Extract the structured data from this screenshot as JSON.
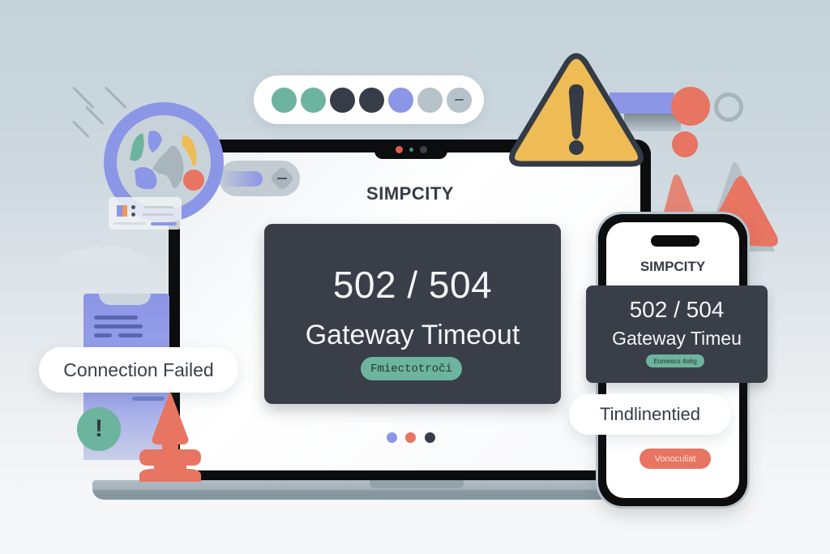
{
  "palette": {
    "swatches": [
      {
        "name": "green-1",
        "color": "#6cb49d"
      },
      {
        "name": "green-2",
        "color": "#6cb49d"
      },
      {
        "name": "dark-1",
        "color": "#373d48"
      },
      {
        "name": "dark-2",
        "color": "#373d48"
      },
      {
        "name": "purple",
        "color": "#8c96e6"
      },
      {
        "name": "gray",
        "color": "#b7c3ca"
      },
      {
        "name": "gray-minus",
        "color": "#b7c3ca"
      }
    ]
  },
  "laptop": {
    "brand": "SIMPCITY",
    "error_code": "502 / 504",
    "error_message": "Gateway Timeout",
    "action_button": "Fmiectotroči",
    "pager_dots": [
      "#8c96e6",
      "#e87462",
      "#373d48"
    ]
  },
  "left_toast": {
    "label": "Connection Failed"
  },
  "left_badge": {
    "icon": "!"
  },
  "phone": {
    "brand": "SIMPCITY",
    "error_code": "502 / 504",
    "error_message": "Gateway Timeu",
    "action_button": "Eomeecs 4o6g",
    "toast": "Tindlinentied",
    "red_button": "Vonoculiat"
  },
  "colors": {
    "accent_green": "#6cb49d",
    "accent_purple": "#8c96e6",
    "accent_red": "#e87462",
    "warning_yellow": "#eebb55",
    "dark_card": "#393e48"
  }
}
